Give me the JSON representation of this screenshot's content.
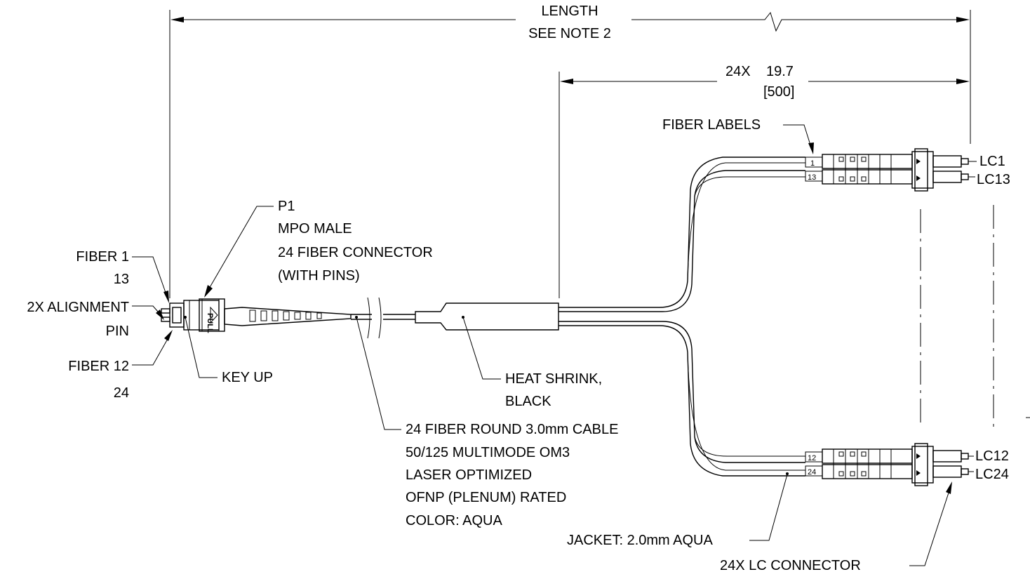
{
  "dimensions": {
    "length_label": "LENGTH",
    "length_note": "SEE NOTE 2",
    "breakout_count": "24X",
    "breakout_inches": "19.7",
    "breakout_mm": "[500]"
  },
  "callouts": {
    "fiber_labels": "FIBER LABELS",
    "p1_title": "P1",
    "p1_line1": "MPO MALE",
    "p1_line2": "24 FIBER CONNECTOR",
    "p1_line3": "(WITH PINS)",
    "fiber_1": "FIBER 1",
    "fiber_13": "13",
    "alignment_pin_1": "2X ALIGNMENT",
    "alignment_pin_2": "PIN",
    "fiber_12": "FIBER 12",
    "fiber_24": "24",
    "key_up": "KEY UP",
    "heat_shrink_1": "HEAT SHRINK,",
    "heat_shrink_2": "BLACK",
    "cable_1": "24 FIBER ROUND 3.0mm CABLE",
    "cable_2": "50/125 MULTIMODE OM3",
    "cable_3": "LASER OPTIMIZED",
    "cable_4": "OFNP (PLENUM) RATED",
    "cable_5": "COLOR: AQUA",
    "jacket": "JACKET: 2.0mm AQUA",
    "lc_connector": "24X LC CONNECTOR",
    "pull": "PULL"
  },
  "connectors": {
    "lc1": "LC1",
    "lc13": "LC13",
    "lc12": "LC12",
    "lc24": "LC24"
  },
  "fiber_tags": {
    "tag1": "1",
    "tag13": "13",
    "tag12": "12",
    "tag24": "24"
  }
}
